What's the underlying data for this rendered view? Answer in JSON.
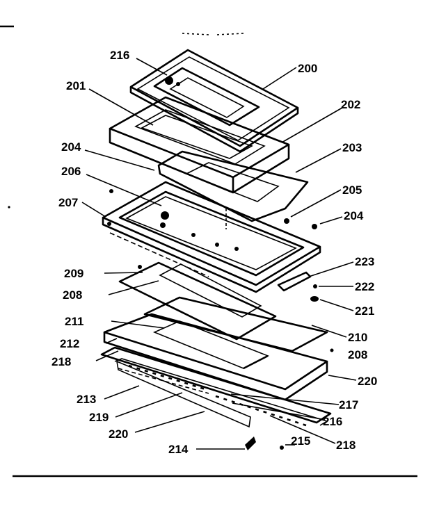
{
  "diagram": {
    "callouts": [
      {
        "id": "c216-top",
        "label": "216"
      },
      {
        "id": "c200",
        "label": "200"
      },
      {
        "id": "c201",
        "label": "201"
      },
      {
        "id": "c202",
        "label": "202"
      },
      {
        "id": "c204-left",
        "label": "204"
      },
      {
        "id": "c203",
        "label": "203"
      },
      {
        "id": "c206",
        "label": "206"
      },
      {
        "id": "c205",
        "label": "205"
      },
      {
        "id": "c207",
        "label": "207"
      },
      {
        "id": "c204-right",
        "label": "204"
      },
      {
        "id": "c223",
        "label": "223"
      },
      {
        "id": "c209",
        "label": "209"
      },
      {
        "id": "c222",
        "label": "222"
      },
      {
        "id": "c208-left",
        "label": "208"
      },
      {
        "id": "c221",
        "label": "221"
      },
      {
        "id": "c211",
        "label": "211"
      },
      {
        "id": "c210",
        "label": "210"
      },
      {
        "id": "c212",
        "label": "212"
      },
      {
        "id": "c208-right",
        "label": "208"
      },
      {
        "id": "c218-left",
        "label": "218"
      },
      {
        "id": "c220-right",
        "label": "220"
      },
      {
        "id": "c213",
        "label": "213"
      },
      {
        "id": "c217",
        "label": "217"
      },
      {
        "id": "c219",
        "label": "219"
      },
      {
        "id": "c216-bottom",
        "label": "216"
      },
      {
        "id": "c220-bottom",
        "label": "220"
      },
      {
        "id": "c218-right",
        "label": "218"
      },
      {
        "id": "c214",
        "label": "214"
      },
      {
        "id": "c215",
        "label": "215"
      }
    ]
  }
}
